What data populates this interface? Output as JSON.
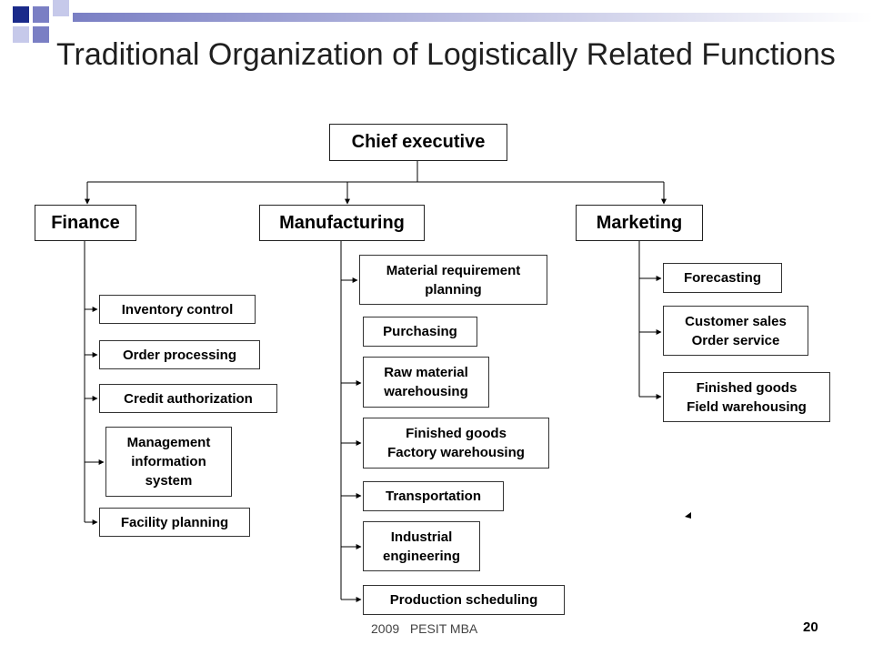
{
  "title": "Traditional Organization of Logistically Related Functions",
  "colors": {
    "accent_dark": "#1a2a8a",
    "accent_mid": "#7a7fc4",
    "accent_light": "#c6c9ea"
  },
  "chief": "Chief executive",
  "departments": {
    "finance": {
      "label": "Finance",
      "items": [
        "Inventory control",
        "Order processing",
        "Credit authorization",
        "Management\ninformation\nsystem",
        "Facility planning"
      ]
    },
    "manufacturing": {
      "label": "Manufacturing",
      "items": [
        "Material requirement\nplanning",
        "Purchasing",
        "Raw material\nwarehousing",
        "Finished goods\nFactory warehousing",
        "Transportation",
        "Industrial\nengineering",
        "Production scheduling"
      ]
    },
    "marketing": {
      "label": "Marketing",
      "items": [
        "Forecasting",
        "Customer sales\nOrder service",
        "Finished goods\nField warehousing"
      ]
    }
  },
  "footer": {
    "text": "2009   PESIT MBA",
    "page": "20"
  }
}
